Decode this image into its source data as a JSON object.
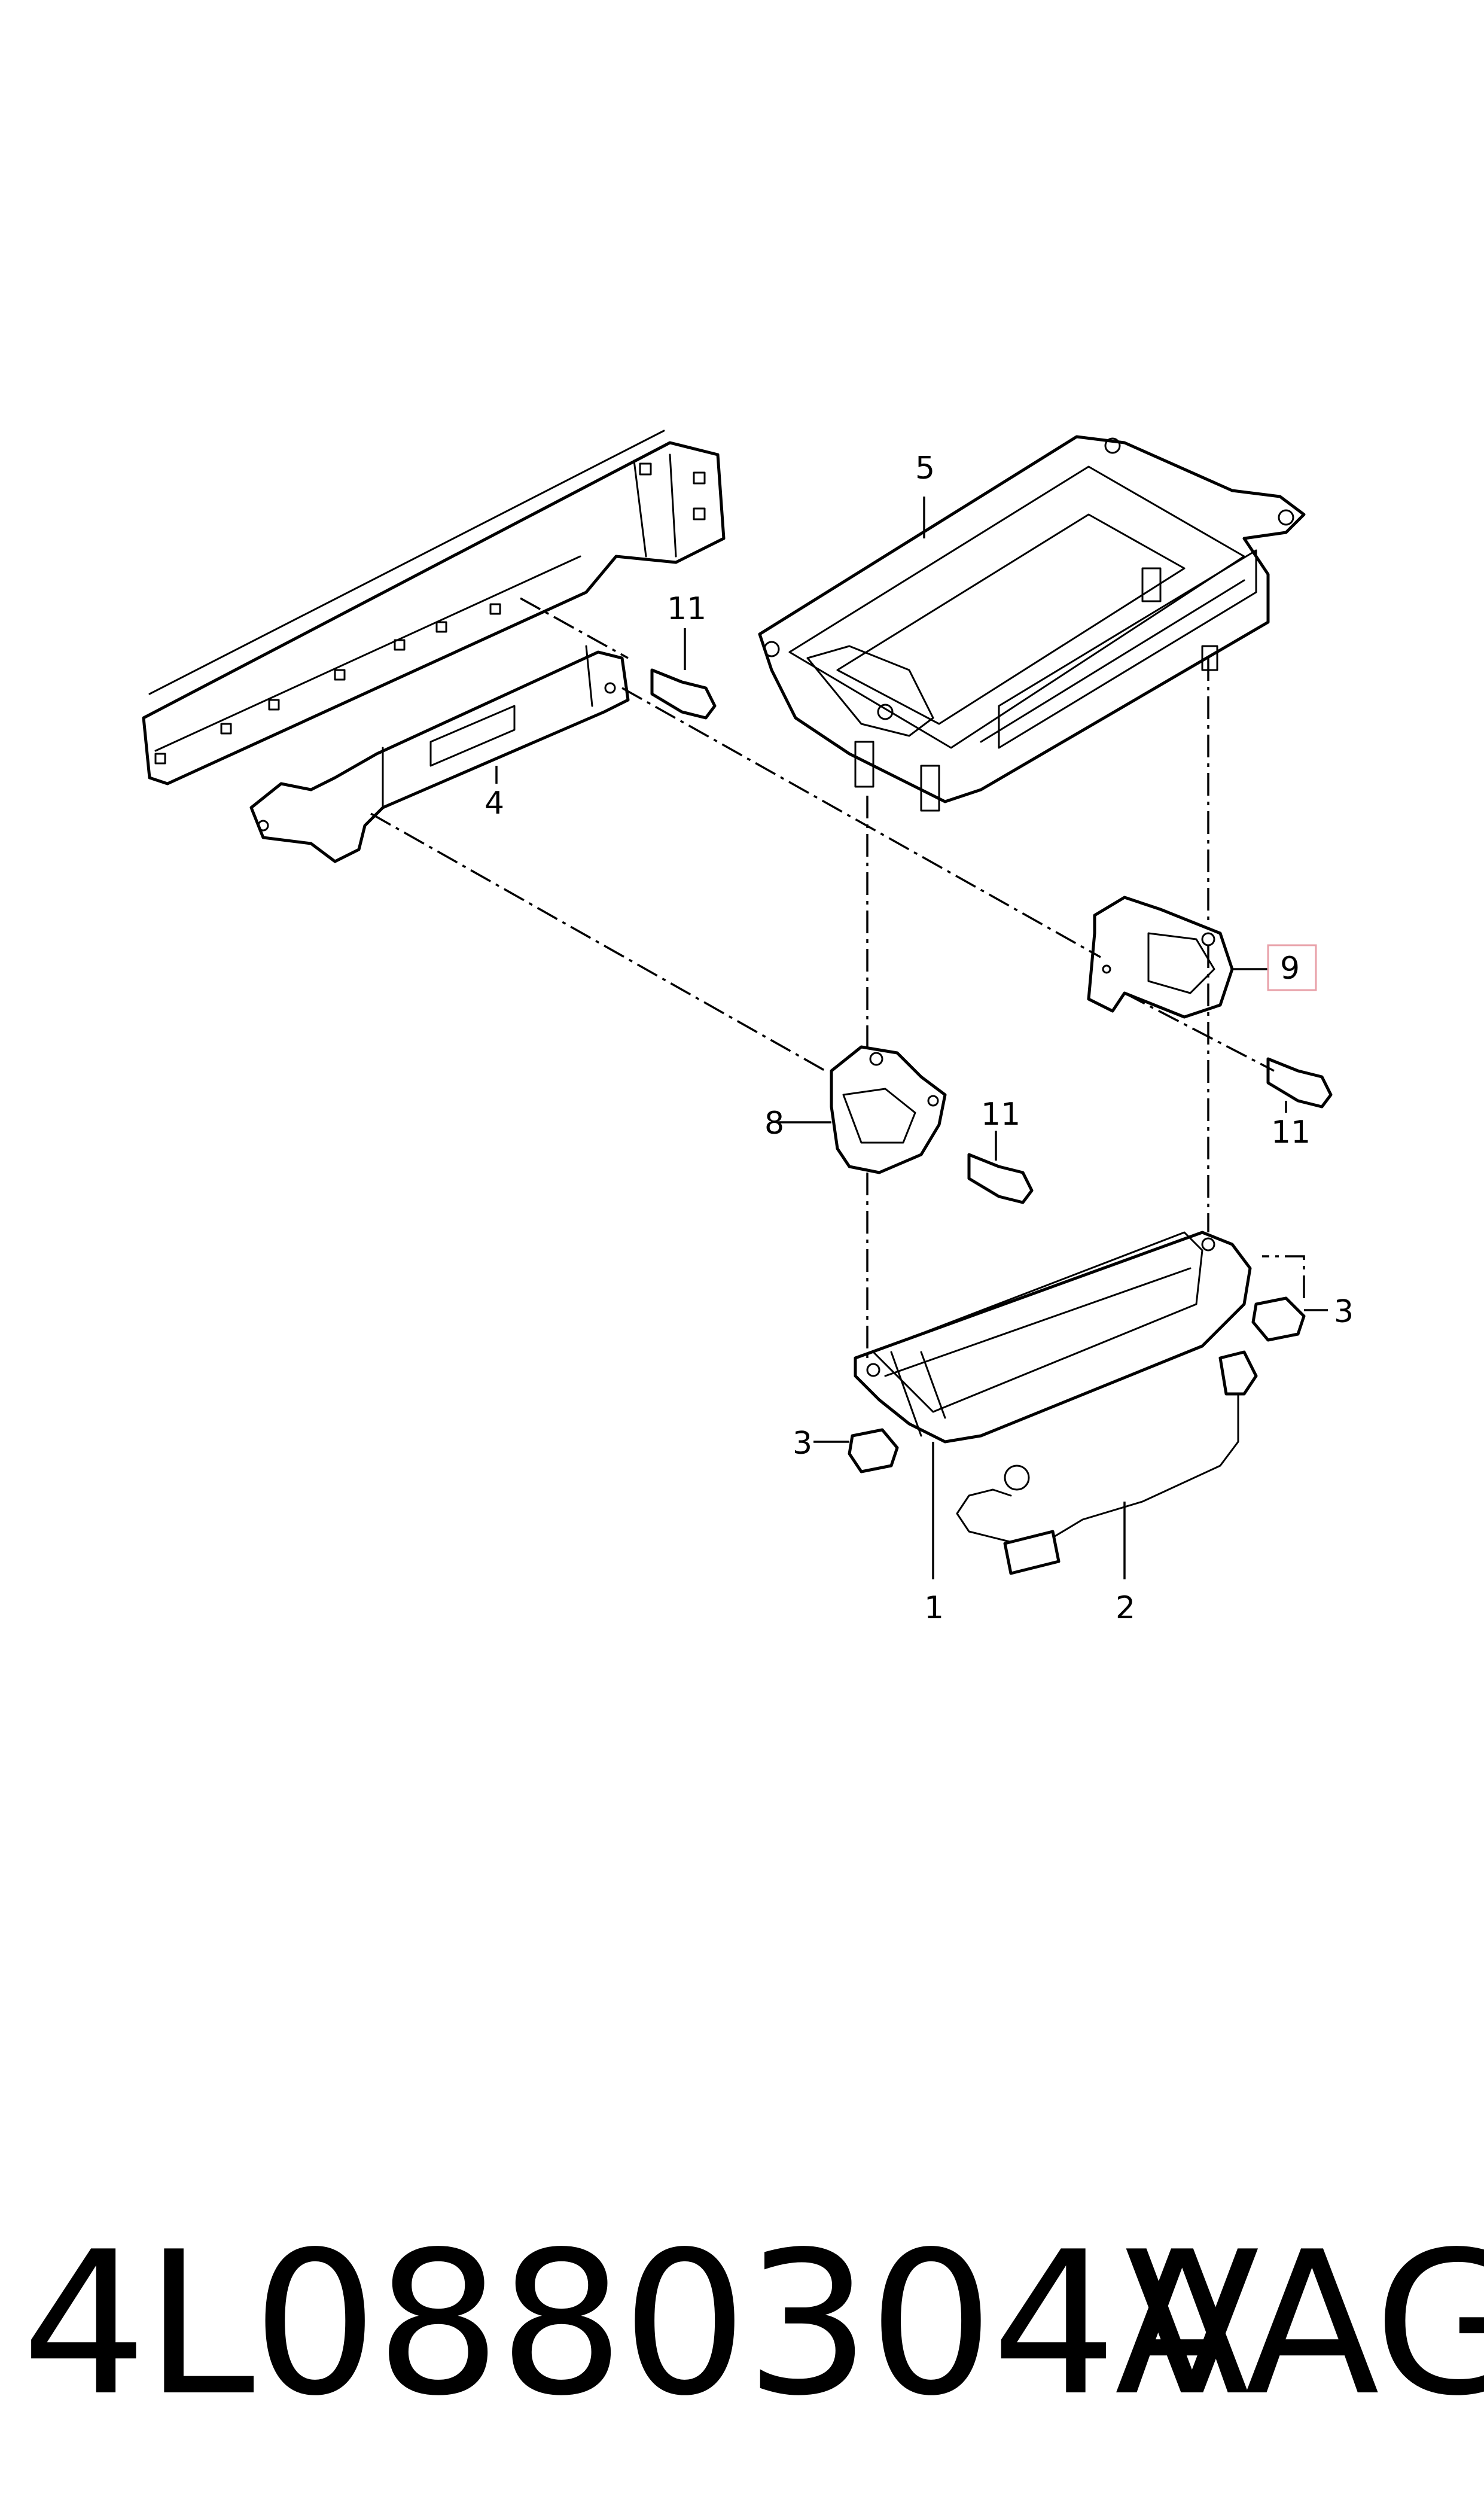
{
  "diagram": {
    "callouts": {
      "c1": "1",
      "c2": "2",
      "c3a": "3",
      "c3b": "3",
      "c4": "4",
      "c5": "5",
      "c8": "8",
      "c9": "9",
      "c11a": "11",
      "c11b": "11",
      "c11c": "11"
    },
    "highlight_color": "#e8a0a8"
  },
  "footer": {
    "part_number": "4L0880304A",
    "brand": "VAG"
  }
}
